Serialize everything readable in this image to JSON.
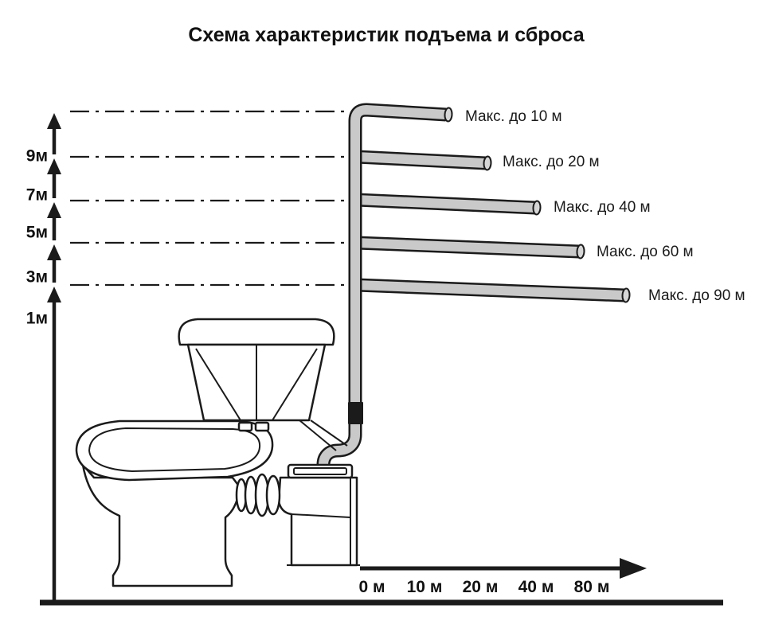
{
  "title": "Схема характеристик подъема и сброса",
  "y_axis": {
    "labels": [
      "9м",
      "7м",
      "5м",
      "3м",
      "1м"
    ]
  },
  "pipes": [
    {
      "label": "Макс. до 10 м"
    },
    {
      "label": "Макс. до 20 м"
    },
    {
      "label": "Макс. до 40 м"
    },
    {
      "label": "Макс. до 60 м"
    },
    {
      "label": "Макс. до 90 м"
    }
  ],
  "x_axis": {
    "labels": [
      "0 м",
      "10 м",
      "20 м",
      "40 м",
      "80 м"
    ]
  },
  "colors": {
    "line": "#1b1b1b",
    "pipe_fill": "#c9c9c9",
    "pipe_cap_fill": "#d6d6d6",
    "text": "#111111",
    "background": "#ffffff"
  }
}
